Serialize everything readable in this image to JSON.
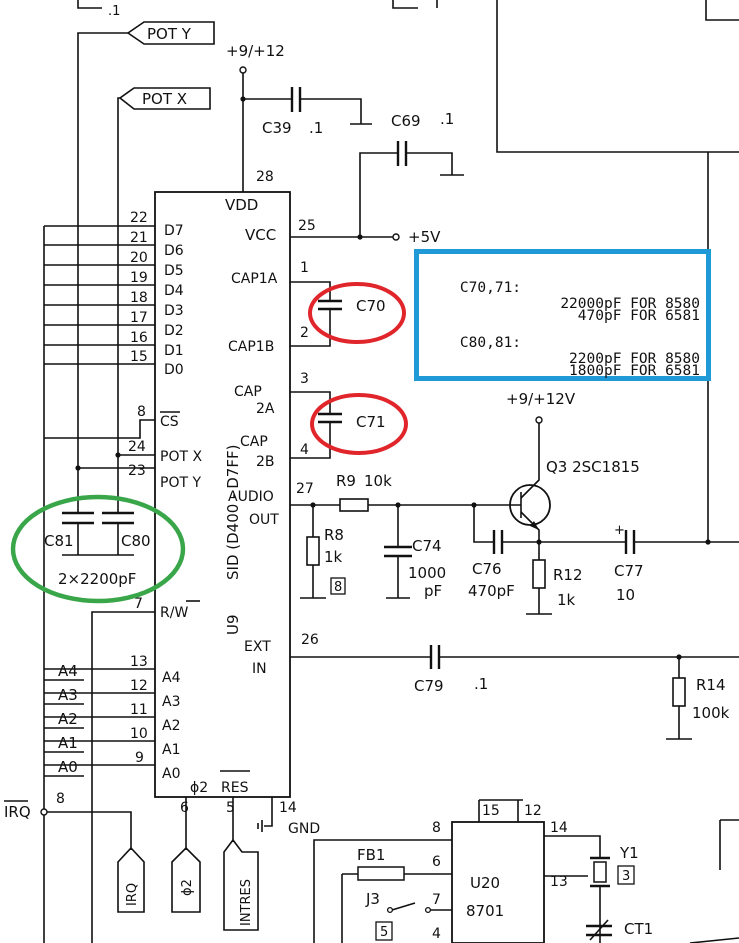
{
  "colors": {
    "wire": "#111111",
    "highlight_red": "#e0252b",
    "highlight_green": "#3aa64a",
    "highlight_blue": "#1f9ad6"
  },
  "ports": {
    "pot_y": "POT Y",
    "pot_x": "POT X",
    "irq": "IRQ",
    "phi2": "ϕ2",
    "intres": "INTRES"
  },
  "supply": {
    "top": "+9/+12",
    "vcc": "+5V",
    "q3": "+9/+12V"
  },
  "top_caps": {
    "c39": "C39",
    "c39_val": ".1",
    "c69": "C69",
    "c69_val": ".1",
    "tl_val": ".1"
  },
  "ic_u9": {
    "ref": "U9",
    "name": "SID (D400 - D7FF)",
    "vdd": "VDD",
    "vcc": "VCC",
    "left_pins": [
      {
        "num": "22",
        "label": "D7"
      },
      {
        "num": "21",
        "label": "D6"
      },
      {
        "num": "20",
        "label": "D5"
      },
      {
        "num": "19",
        "label": "D4"
      },
      {
        "num": "18",
        "label": "D3"
      },
      {
        "num": "17",
        "label": "D2"
      },
      {
        "num": "16",
        "label": "D1"
      },
      {
        "num": "15",
        "label": "D0"
      },
      {
        "num": "8",
        "label": "CS"
      },
      {
        "num": "24",
        "label": "POT X"
      },
      {
        "num": "23",
        "label": "POT Y"
      }
    ],
    "rw": {
      "num": "7",
      "label": "R/W"
    },
    "addr_pins": [
      {
        "num": "13",
        "label": "A4"
      },
      {
        "num": "12",
        "label": "A3"
      },
      {
        "num": "11",
        "label": "A2"
      },
      {
        "num": "10",
        "label": "A1"
      },
      {
        "num": "9",
        "label": "A0"
      }
    ],
    "right_pins": [
      {
        "num": "28",
        "label": "VDD"
      },
      {
        "num": "25",
        "label": "VCC"
      },
      {
        "num": "1",
        "label": "CAP1A"
      },
      {
        "num": "2",
        "label": "CAP1B"
      },
      {
        "num": "3",
        "label": "CAP 2A"
      },
      {
        "num": "4",
        "label": "CAP 2B"
      },
      {
        "num": "27",
        "label": "AUDIO OUT"
      },
      {
        "num": "26",
        "label": "EXT IN"
      }
    ],
    "bottom_pins": [
      {
        "num": "6",
        "label": "ϕ2"
      },
      {
        "num": "5",
        "label": "RES"
      },
      {
        "num": "14",
        "label": "GND"
      }
    ]
  },
  "bus_labels": [
    "A4",
    "A3",
    "A2",
    "A1",
    "A0"
  ],
  "irq_pin": "8",
  "components": {
    "c70": "C70",
    "c71": "C71",
    "c81": "C81",
    "c80": "C80",
    "c8x_val": "2×2200pF",
    "r9": "R9",
    "r9_val": "10k",
    "r8": "R8",
    "r8_val": "1k",
    "r8_box": "8",
    "c74": "C74",
    "c74_val1": "1000",
    "c74_val2": "pF",
    "c76": "C76",
    "c76_val": "470pF",
    "r12": "R12",
    "r12_val": "1k",
    "c77": "C77",
    "c77_val": "10",
    "c77_pol": "+",
    "q3": "Q3 2SC1815",
    "c79": "C79",
    "c79_val": ".1",
    "r14": "R14",
    "r14_val": "100k",
    "fb1": "FB1",
    "j3": "J3",
    "j3_box": "5",
    "y1": "Y1",
    "y1_box": "3",
    "ct1": "CT1"
  },
  "ic_u20": {
    "ref": "U20",
    "part": "8701",
    "pins": {
      "p15": "15",
      "p12": "12",
      "p14": "14",
      "p8": "8",
      "p6": "6",
      "p7": "7",
      "p4": "4",
      "p13": "13"
    }
  },
  "note": {
    "lines": [
      {
        "refs": "C70,71:",
        "value": "22000pF FOR 8580"
      },
      {
        "refs": "",
        "value": "470pF FOR 6581"
      },
      {
        "refs": "C80,81:",
        "value": "2200pF FOR 8580"
      },
      {
        "refs": "",
        "value": "1800pF FOR 6581"
      }
    ]
  }
}
